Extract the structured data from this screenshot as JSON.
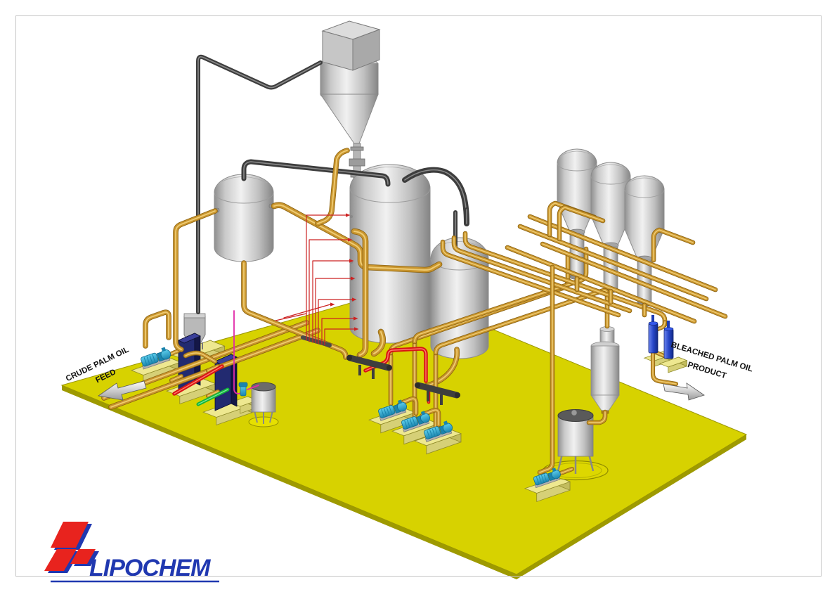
{
  "labels": {
    "feed_line1": "CRUDE PALM OIL",
    "feed_line2": "FEED",
    "product_line1": "BLEACHED PALM OIL",
    "product_line2": "PRODUCT"
  },
  "logo": {
    "text": "LIPOCHEM"
  },
  "colors": {
    "floor": "#d7d200",
    "floor_edge": "#9e9a00",
    "pipe_gold": "#c9952e",
    "pipe_gold_highlight": "#eecb72",
    "pipe_black": "#3d3d3d",
    "pipe_red": "#d81414",
    "pipe_green": "#12b43a",
    "pipe_magenta": "#e02aa8",
    "thin_red": "#cc2222",
    "pump_blue": "#2fb0d8",
    "heat_exchanger_navy": "#222a70",
    "polish_filter_blue": "#2746c8",
    "metal_light": "#f1f1f1",
    "metal_dark": "#8f8f8f",
    "base_yellow": "#eee890",
    "logo_red": "#e8231e",
    "logo_blue": "#2038b0",
    "frame": "#c6c6c6"
  },
  "equipment": [
    "bleaching-earth-hopper",
    "earth-dosing-bin",
    "slurry-vessel",
    "bleacher-vessel",
    "buffer-vessel",
    "filter-vessel-1",
    "filter-vessel-2",
    "filter-vessel-3",
    "polish-filter-1",
    "polish-filter-2",
    "cyclone",
    "slurry-tank",
    "dosing-tank",
    "plate-heat-exchanger-1",
    "plate-heat-exchanger-2",
    "feed-pump",
    "dosing-pump",
    "filter-feed-pump-1",
    "filter-feed-pump-2",
    "filter-feed-pump-3",
    "slurry-pump"
  ]
}
